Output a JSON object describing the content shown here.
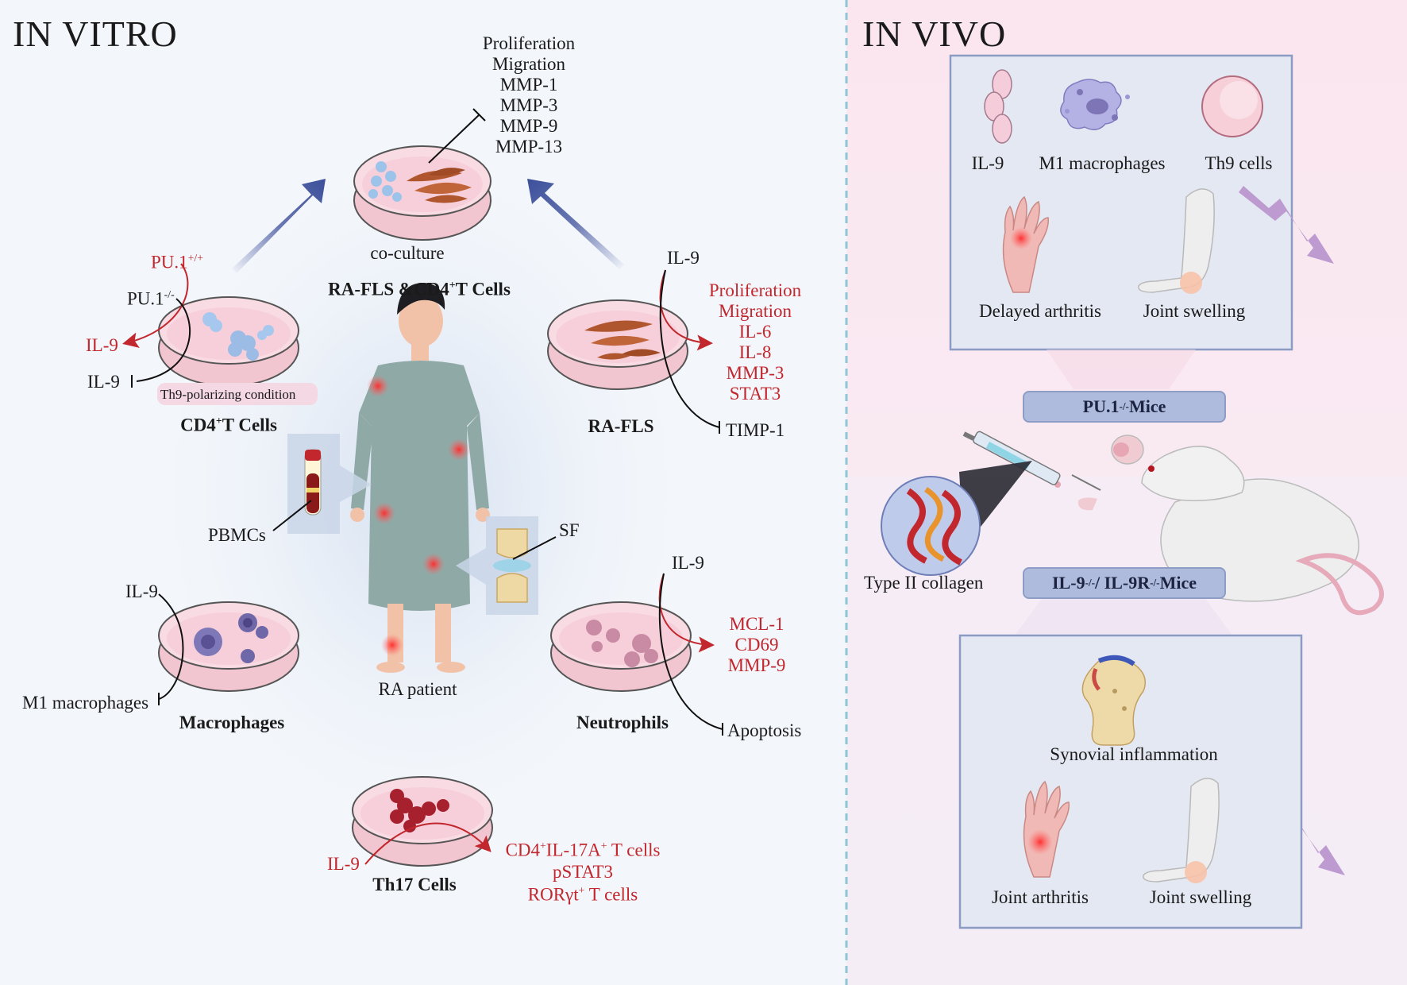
{
  "in_vitro": {
    "title": "IN VITRO",
    "coculture": {
      "effects": [
        "Proliferation",
        "Migration",
        "MMP-1",
        "MMP-3",
        "MMP-9",
        "MMP-13"
      ],
      "caption": "co-culture",
      "label_main": "RA-FLS &CD4",
      "label_sup": "+",
      "label_tail": "T Cells"
    },
    "cd4": {
      "pu1_pos": "PU.1",
      "pu1_pos_sup": "+/+",
      "pu1_neg": "PU.1",
      "pu1_neg_sup": "-/-",
      "il9_up": "IL-9",
      "il9_down": "IL-9",
      "condition": "Th9-polarizing condition",
      "label_main": "CD4",
      "label_sup": "+",
      "label_tail": "T Cells"
    },
    "rafls": {
      "input": "IL-9",
      "effects": [
        "Proliferation",
        "Migration",
        "IL-6",
        "IL-8",
        "MMP-3",
        "STAT3"
      ],
      "inhibited": "TIMP-1",
      "label": "RA-FLS"
    },
    "patient": {
      "pbmcs": "PBMCs",
      "sf": "SF",
      "label": "RA patient"
    },
    "macrophages": {
      "input": "IL-9",
      "inhibited": "M1 macrophages",
      "label": "Macrophages"
    },
    "neutrophils": {
      "input": "IL-9",
      "effects": [
        "MCL-1",
        "CD69",
        "MMP-9"
      ],
      "inhibited": "Apoptosis",
      "label": "Neutrophils"
    },
    "th17": {
      "input": "IL-9",
      "effect1_a": "CD4",
      "effect1_b": "IL-17A",
      "effect1_c": " T cells",
      "effect1_sup": "+",
      "effect2": "pSTAT3",
      "effect3_main": "RORγt",
      "effect3_sup": "+",
      "effect3_tail": " T cells",
      "label": "Th17 Cells"
    }
  },
  "in_vivo": {
    "title": "IN VIVO",
    "pu1_box": {
      "items": [
        "IL-9",
        "M1 macrophages",
        "Th9 cells",
        "Delayed arthritis",
        "Joint swelling"
      ]
    },
    "pu1_mice_main": "PU.1",
    "pu1_mice_sup": "-/-",
    "pu1_mice_tail": " Mice",
    "collagen": "Type II collagen",
    "il9_mice_a": "IL-9",
    "il9_mice_sup1": "-/-",
    "il9_mice_b": " / IL-9R",
    "il9_mice_sup2": "-/-",
    "il9_mice_tail": " Mice",
    "il9_box": {
      "items": [
        "Synovial inflammation",
        "Joint arthritis",
        "Joint swelling"
      ]
    }
  },
  "colors": {
    "red_text": "#c1272d",
    "arrow_blue": "#3c4f9a",
    "down_arrow": "#b690c8",
    "dish": "#f4c9d2",
    "badge": "#aebbdc"
  }
}
